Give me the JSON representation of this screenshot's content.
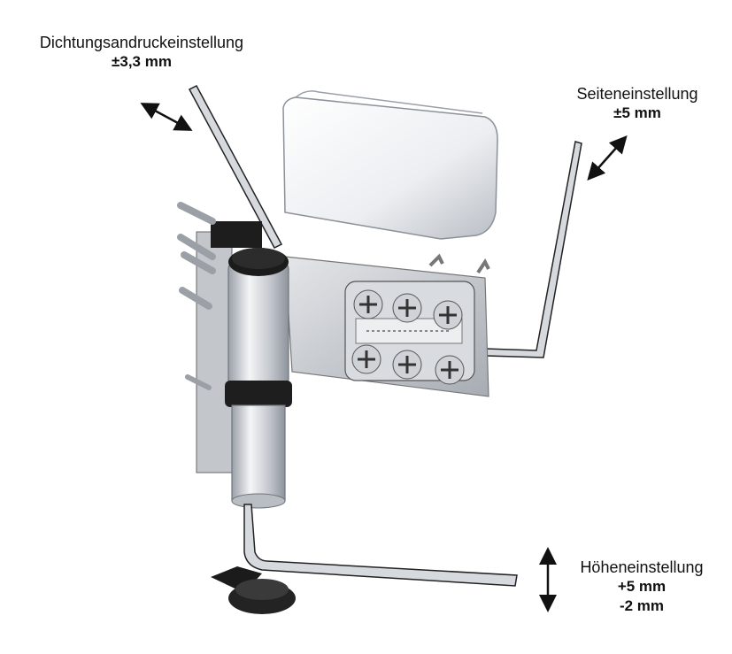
{
  "labels": {
    "seal": {
      "name": "Dichtungsandruckeinstellung",
      "value": "±3,3 mm"
    },
    "side": {
      "name": "Seiteneinstellung",
      "value": "±5 mm"
    },
    "height": {
      "name": "Höheneinstellung",
      "values": [
        "+5 mm",
        "-2 mm"
      ]
    }
  },
  "colors": {
    "arrow": "#111111",
    "metal": "#c9ccd1",
    "dark": "#1b1b1b",
    "plate": "#b5b9bf"
  }
}
